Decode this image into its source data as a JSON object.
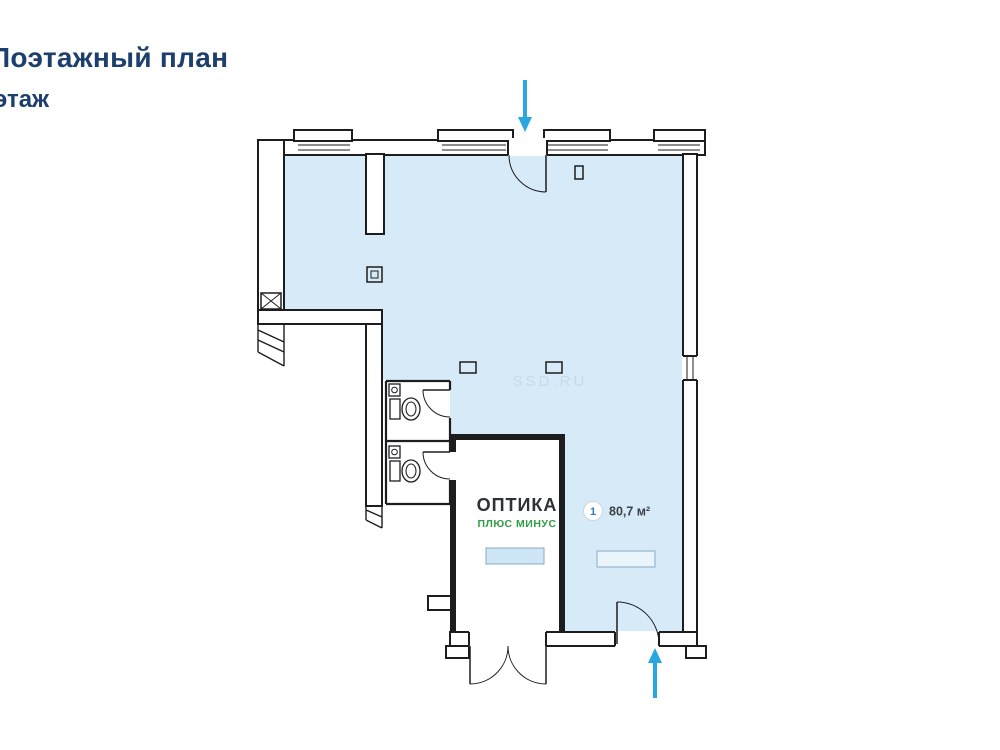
{
  "page": {
    "title": "Поэтажный план",
    "subtitle": "этаж"
  },
  "plan": {
    "unit": {
      "number": "1",
      "area": "80,7 м²",
      "name": "ОПТИКА",
      "brand": "ПЛЮС МИНУС"
    },
    "watermark": "SSD.RU"
  },
  "colors": {
    "title": "#1c3f6d",
    "floor": "#d7eaf8",
    "wall": "#1d1d1f",
    "accent": "#2aa7e2",
    "green": "#2f9e44",
    "watermark": "#c3d6e4",
    "room_fill": "#ffffff"
  }
}
